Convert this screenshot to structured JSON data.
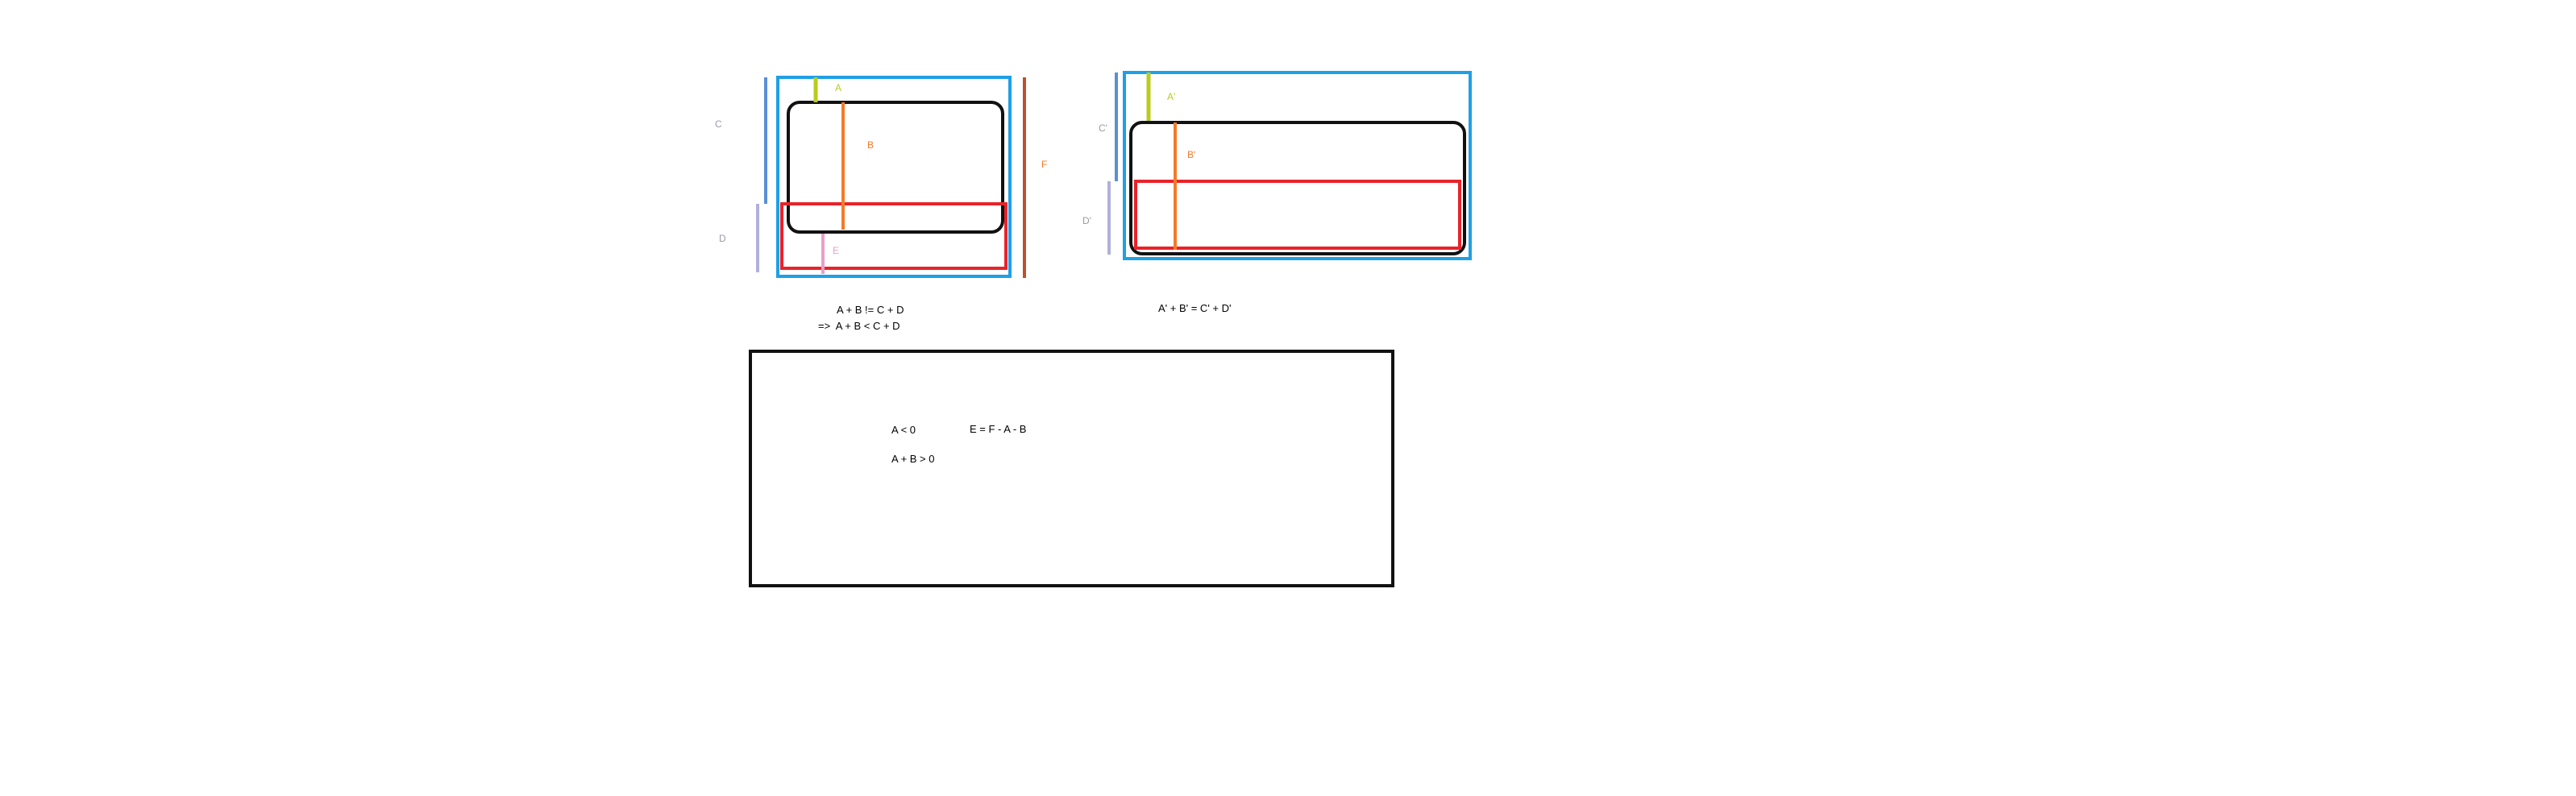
{
  "colors": {
    "blue_box": "#1ea0e6",
    "black_box": "#111111",
    "red_box": "#e8232a",
    "lime": "#b8cc1e",
    "orange": "#f47a2a",
    "pink": "#e8a0c8",
    "steel_blue": "#5b8fd6",
    "lavender": "#b0b0dc",
    "rust": "#c0502a",
    "label_gray": "#9a9aa8"
  },
  "diagram_left": {
    "labels": {
      "A": "A",
      "B": "B",
      "C": "C",
      "D": "D",
      "E": "E",
      "F": "F"
    }
  },
  "diagram_right": {
    "labels": {
      "A": "A'",
      "B": "B'",
      "C": "C'",
      "D": "D'"
    }
  },
  "equations": {
    "left_line1": "A + B != C + D",
    "left_line2": "=>  A + B < C + D",
    "right_line1": "A' + B' = C' + D'"
  },
  "notes_box": {
    "line1": "A < 0",
    "line2": "E = F - A - B",
    "line3": "A + B > 0"
  }
}
